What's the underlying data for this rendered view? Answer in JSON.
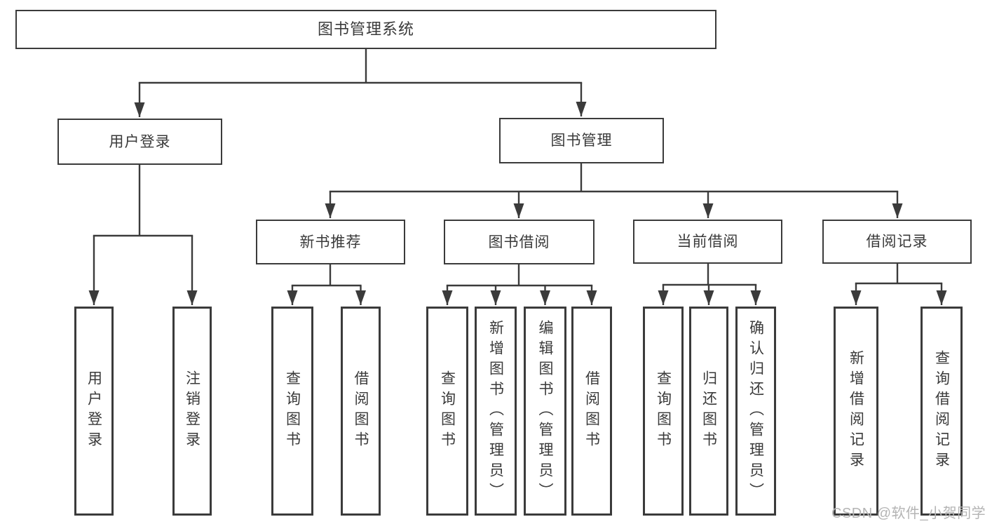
{
  "root": {
    "label": "图书管理系统"
  },
  "level1": [
    {
      "label": "用户登录"
    },
    {
      "label": "图书管理"
    }
  ],
  "level2": [
    {
      "label": "新书推荐"
    },
    {
      "label": "图书借阅"
    },
    {
      "label": "当前借阅"
    },
    {
      "label": "借阅记录"
    }
  ],
  "leaves": {
    "user_login": [
      "用户登录",
      "注销登录"
    ],
    "new_book_recommend": [
      "查询图书",
      "借阅图书"
    ],
    "book_borrow": [
      "查询图书",
      "新增图书（管理员）",
      "编辑图书（管理员）",
      "借阅图书"
    ],
    "current_borrow": [
      "查询图书",
      "归还图书",
      "确认归还（管理员）"
    ],
    "borrow_record": [
      "新增借阅记录",
      "查询借阅记录"
    ]
  },
  "watermark": "CSDN @软件_小贺同学",
  "colors": {
    "line": "#3b3b3b",
    "text": "#3a3a3a",
    "watermark": "#b4b4b4",
    "background": "#ffffff"
  }
}
